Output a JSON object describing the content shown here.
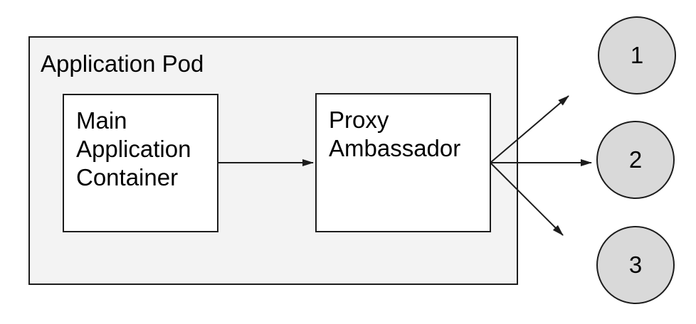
{
  "diagram": {
    "pod": {
      "label": "Application Pod"
    },
    "nodes": {
      "main_container": {
        "label": "Main\nApplication\nContainer"
      },
      "proxy_ambassador": {
        "label": "Proxy\nAmbassador"
      }
    },
    "targets": [
      {
        "label": "1"
      },
      {
        "label": "2"
      },
      {
        "label": "3"
      }
    ],
    "edges": [
      {
        "from": "main_container",
        "to": "proxy_ambassador"
      },
      {
        "from": "proxy_ambassador",
        "to": "target-1"
      },
      {
        "from": "proxy_ambassador",
        "to": "target-2"
      },
      {
        "from": "proxy_ambassador",
        "to": "target-3"
      }
    ],
    "colors": {
      "pod_fill": "#f3f3f3",
      "node_fill": "#ffffff",
      "target_fill": "#d9d9d9",
      "stroke": "#1c1c1c"
    }
  }
}
